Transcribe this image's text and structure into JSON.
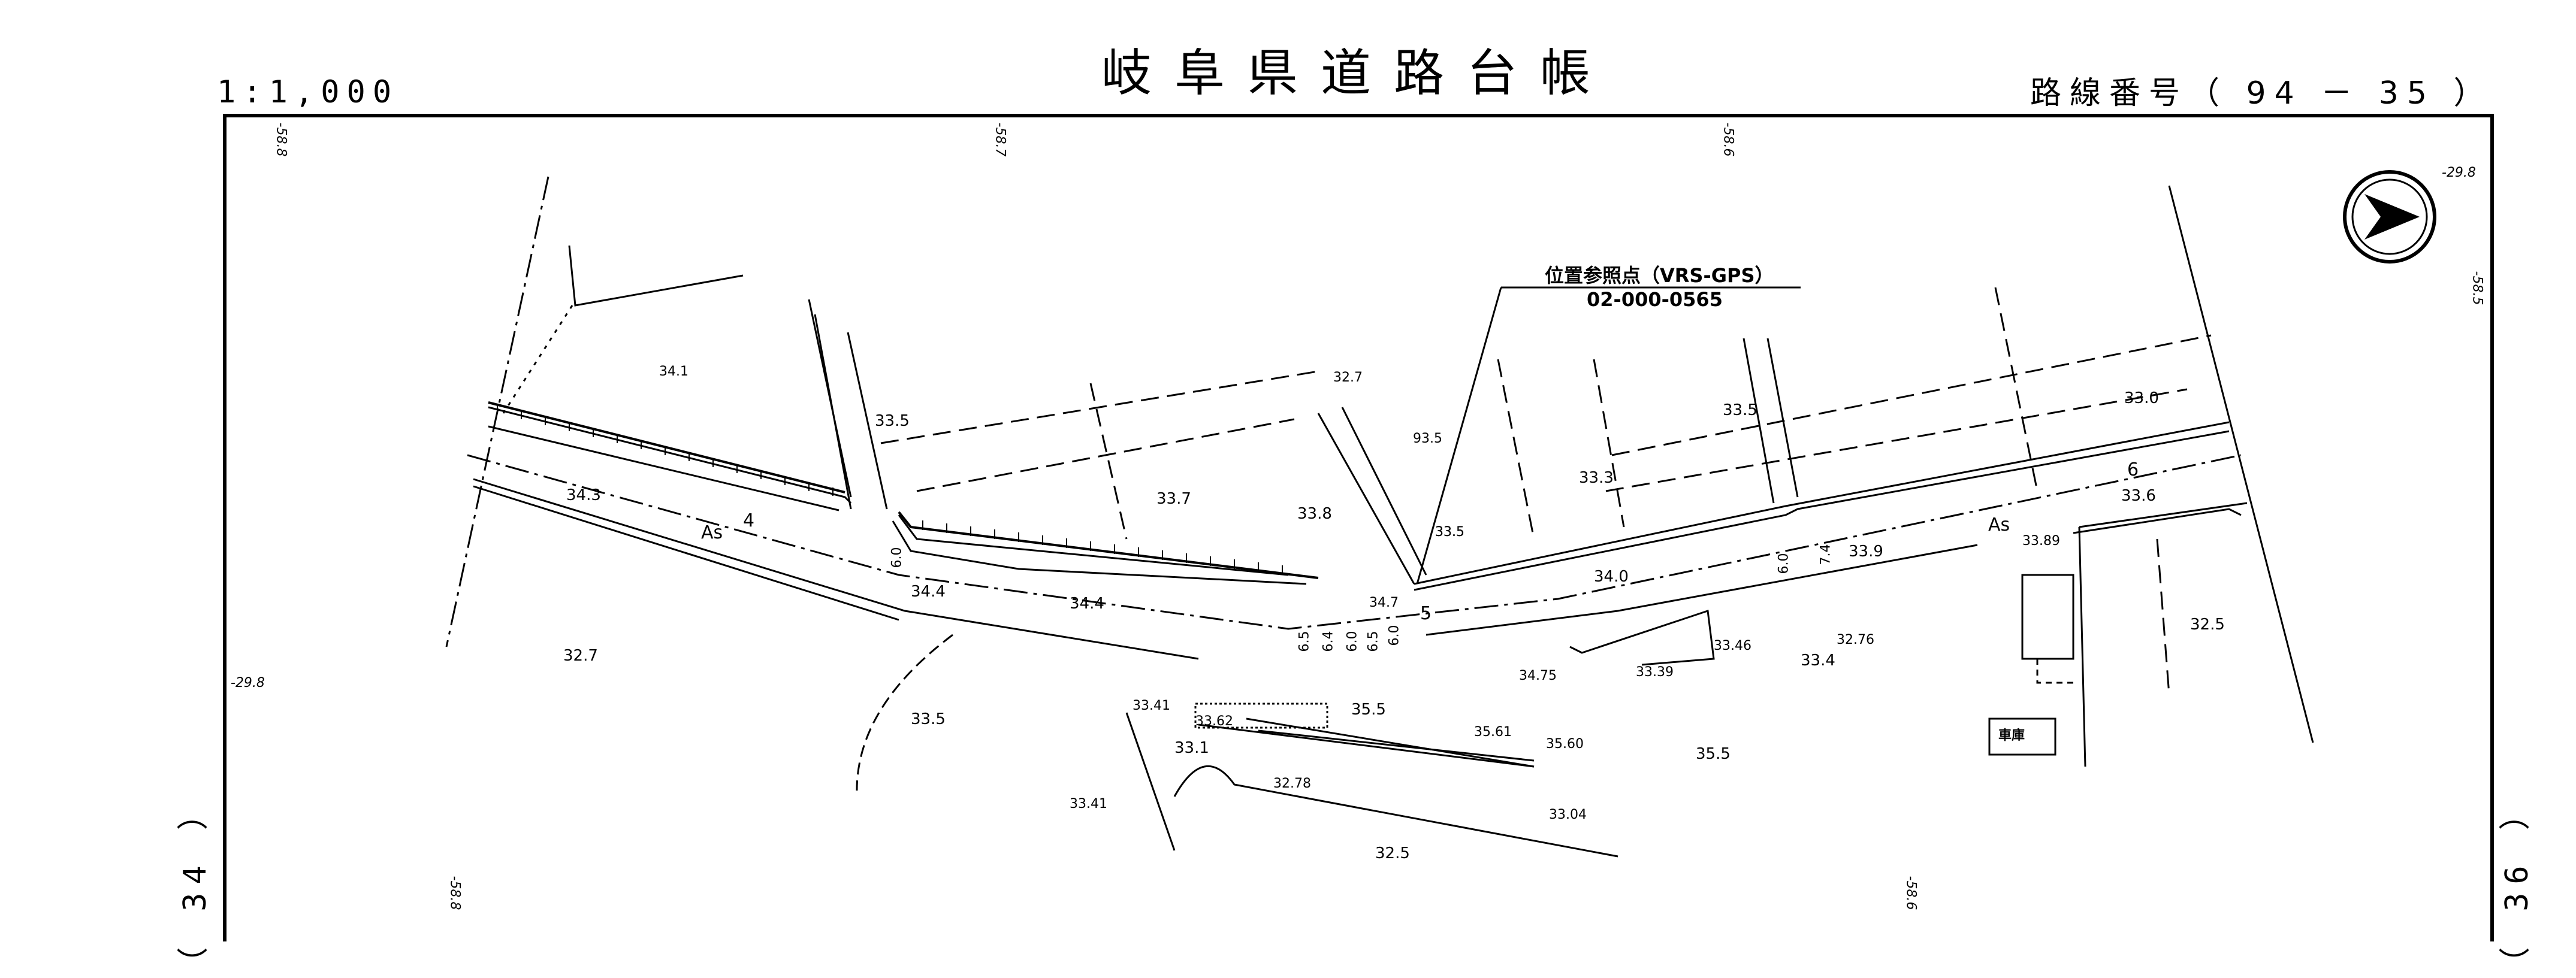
{
  "header": {
    "title": "岐阜県道路台帳",
    "scale": "1:1,000",
    "route_number": "路線番号（ 94 － 35 ）"
  },
  "sheet_refs": {
    "left": "（ 34 ）",
    "right": "（ 36 ）"
  },
  "reference_point": {
    "label": "位置参照点（VRS-GPS）",
    "code": "02-000-0565"
  },
  "grid_labels": {
    "g1": "-58.8",
    "g2": "-58.7",
    "g3": "-58.6",
    "g4": "-58.5",
    "g5": "-29.8",
    "g6": "-29.8",
    "g7": "-58.8",
    "g8": "-58.6"
  },
  "elevations": {
    "e01": "34.1",
    "e02": "34.3",
    "e03": "33.5",
    "e04": "33.7",
    "e05": "33.8",
    "e06": "32.7",
    "e07": "33.5",
    "e08": "33.3",
    "e09": "33.5",
    "e10": "33.0",
    "e11": "33.6",
    "e12": "34.4",
    "e13": "34.4",
    "e14": "34.7",
    "e15": "34.0",
    "e16": "33.9",
    "e17": "33.89",
    "e18": "32.5",
    "e19": "32.7",
    "e20": "33.5",
    "e21": "33.41",
    "e22": "33.62",
    "e23": "33.1",
    "e24": "35.5",
    "e25": "35.61",
    "e26": "35.60",
    "e27": "35.5",
    "e28": "34.75",
    "e29": "33.39",
    "e30": "33.46",
    "e31": "33.4",
    "e32": "32.76",
    "e33": "32.78",
    "e34": "33.41",
    "e35": "33.04",
    "e36": "32.5",
    "e37": "93.5",
    "e38": "33.5"
  },
  "road_marks": {
    "as1": "As",
    "as2": "As",
    "n4": "4",
    "n5": "5",
    "n6": "6",
    "w1": "6.0",
    "w2": "6.5",
    "w3": "6.4",
    "w4": "6.0",
    "w5": "6.5",
    "w6": "6.0",
    "w7": "6.0",
    "w8": "7.4"
  },
  "garage_label": "車庫",
  "icons": {
    "north": "north-arrow-icon"
  },
  "colors": {
    "ink": "#000000",
    "paper": "#ffffff"
  }
}
